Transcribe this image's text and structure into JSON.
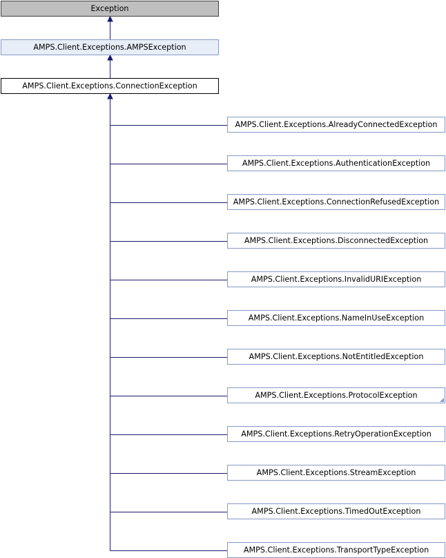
{
  "diagram": {
    "base": {
      "label": "Exception"
    },
    "parent": {
      "label": "AMPS.Client.Exceptions.AMPSException"
    },
    "current": {
      "label": "AMPS.Client.Exceptions.ConnectionException"
    },
    "derived": [
      {
        "label": "AMPS.Client.Exceptions.AlreadyConnectedException"
      },
      {
        "label": "AMPS.Client.Exceptions.AuthenticationException"
      },
      {
        "label": "AMPS.Client.Exceptions.ConnectionRefusedException"
      },
      {
        "label": "AMPS.Client.Exceptions.DisconnectedException"
      },
      {
        "label": "AMPS.Client.Exceptions.InvalidURIException"
      },
      {
        "label": "AMPS.Client.Exceptions.NameInUseException"
      },
      {
        "label": "AMPS.Client.Exceptions.NotEntitledException"
      },
      {
        "label": "AMPS.Client.Exceptions.ProtocolException",
        "has_subclasses": true
      },
      {
        "label": "AMPS.Client.Exceptions.RetryOperationException"
      },
      {
        "label": "AMPS.Client.Exceptions.StreamException"
      },
      {
        "label": "AMPS.Client.Exceptions.TimedOutException"
      },
      {
        "label": "AMPS.Client.Exceptions.TransportTypeException"
      }
    ],
    "colors": {
      "edge": "#191970",
      "base_fill": "#bfbfbf",
      "parent_fill": "#e8eef7",
      "node_border": "#8499c7"
    }
  }
}
